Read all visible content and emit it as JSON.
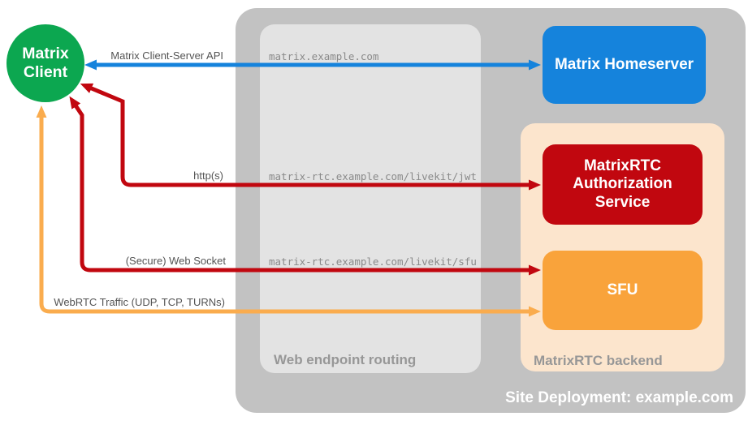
{
  "title": "MatrixRTC site deployment diagram",
  "colors": {
    "green": "#0CA750",
    "blue": "#1583DC",
    "red": "#C1070F",
    "orange_box": "#F9A33B",
    "orange_arrow": "#FAAC4E",
    "outer_gray": "#C2C2C2",
    "inner_gray": "#E3E3E3",
    "peach": "#FCE5CD"
  },
  "nodes": {
    "client": {
      "lines": [
        "Matrix",
        "Client"
      ]
    },
    "homeserver": {
      "label": "Matrix Homeserver"
    },
    "auth_service": {
      "lines": [
        "MatrixRTC",
        "Authorization",
        "Service"
      ]
    },
    "sfu": {
      "label": "SFU"
    }
  },
  "containers": {
    "site": {
      "label": "Site Deployment: example.com"
    },
    "routing": {
      "label": "Web endpoint routing"
    },
    "backend": {
      "label": "MatrixRTC backend"
    }
  },
  "connections": {
    "client_server_api": {
      "label": "Matrix Client-Server API",
      "route": "matrix.example.com"
    },
    "https": {
      "label": "http(s)",
      "route": "matrix-rtc.example.com/livekit/jwt"
    },
    "websocket": {
      "label": "(Secure) Web Socket",
      "route": "matrix-rtc.example.com/livekit/sfu"
    },
    "webrtc": {
      "label": "WebRTC Traffic (UDP, TCP, TURNs)"
    }
  }
}
